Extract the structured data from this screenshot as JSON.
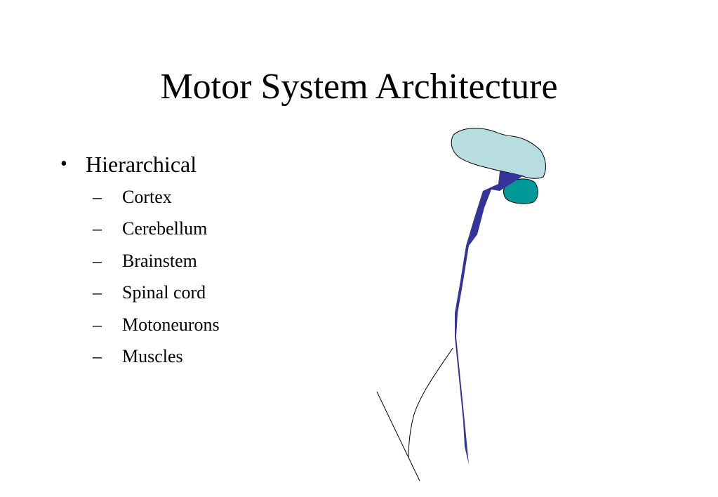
{
  "slide": {
    "title": "Motor System Architecture",
    "bullet": {
      "marker": "•",
      "text": "Hierarchical",
      "sub_marker": "–",
      "subitems": [
        "Cortex",
        "Cerebellum",
        "Brainstem",
        "Spinal cord",
        "Motoneurons",
        "Muscles"
      ]
    }
  },
  "colors": {
    "cortex": "#b8dde0",
    "cerebellum": "#00999a",
    "spinal_cord": "#333399",
    "outline": "#000000"
  }
}
